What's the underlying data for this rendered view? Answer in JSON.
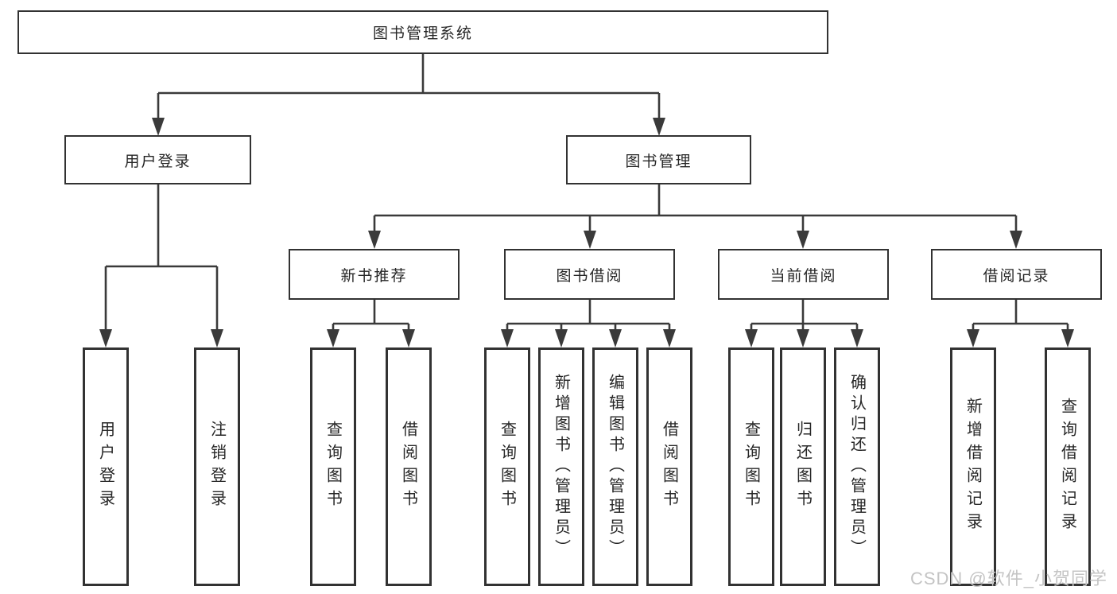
{
  "diagram": {
    "root": {
      "label": "图书管理系统"
    },
    "branches": [
      {
        "label": "用户登录",
        "children": [
          {
            "label": "用户登录"
          },
          {
            "label": "注销登录"
          }
        ]
      },
      {
        "label": "图书管理",
        "groups": [
          {
            "label": "新书推荐",
            "children": [
              {
                "label": "查询图书"
              },
              {
                "label": "借阅图书"
              }
            ]
          },
          {
            "label": "图书借阅",
            "children": [
              {
                "label": "查询图书"
              },
              {
                "label": "新增图书（管理员）"
              },
              {
                "label": "编辑图书（管理员）"
              },
              {
                "label": "借阅图书"
              }
            ]
          },
          {
            "label": "当前借阅",
            "children": [
              {
                "label": "查询图书"
              },
              {
                "label": "归还图书"
              },
              {
                "label": "确认归还（管理员）"
              }
            ]
          },
          {
            "label": "借阅记录",
            "children": [
              {
                "label": "新增借阅记录"
              },
              {
                "label": "查询借阅记录"
              }
            ]
          }
        ]
      }
    ]
  },
  "watermark": {
    "text": "CSDN @软件_小贺同学"
  },
  "colors": {
    "line": "#3a3a3a",
    "box_border": "#323232",
    "text": "#262626",
    "watermark": "#c4c4c4",
    "background": "#ffffff"
  }
}
